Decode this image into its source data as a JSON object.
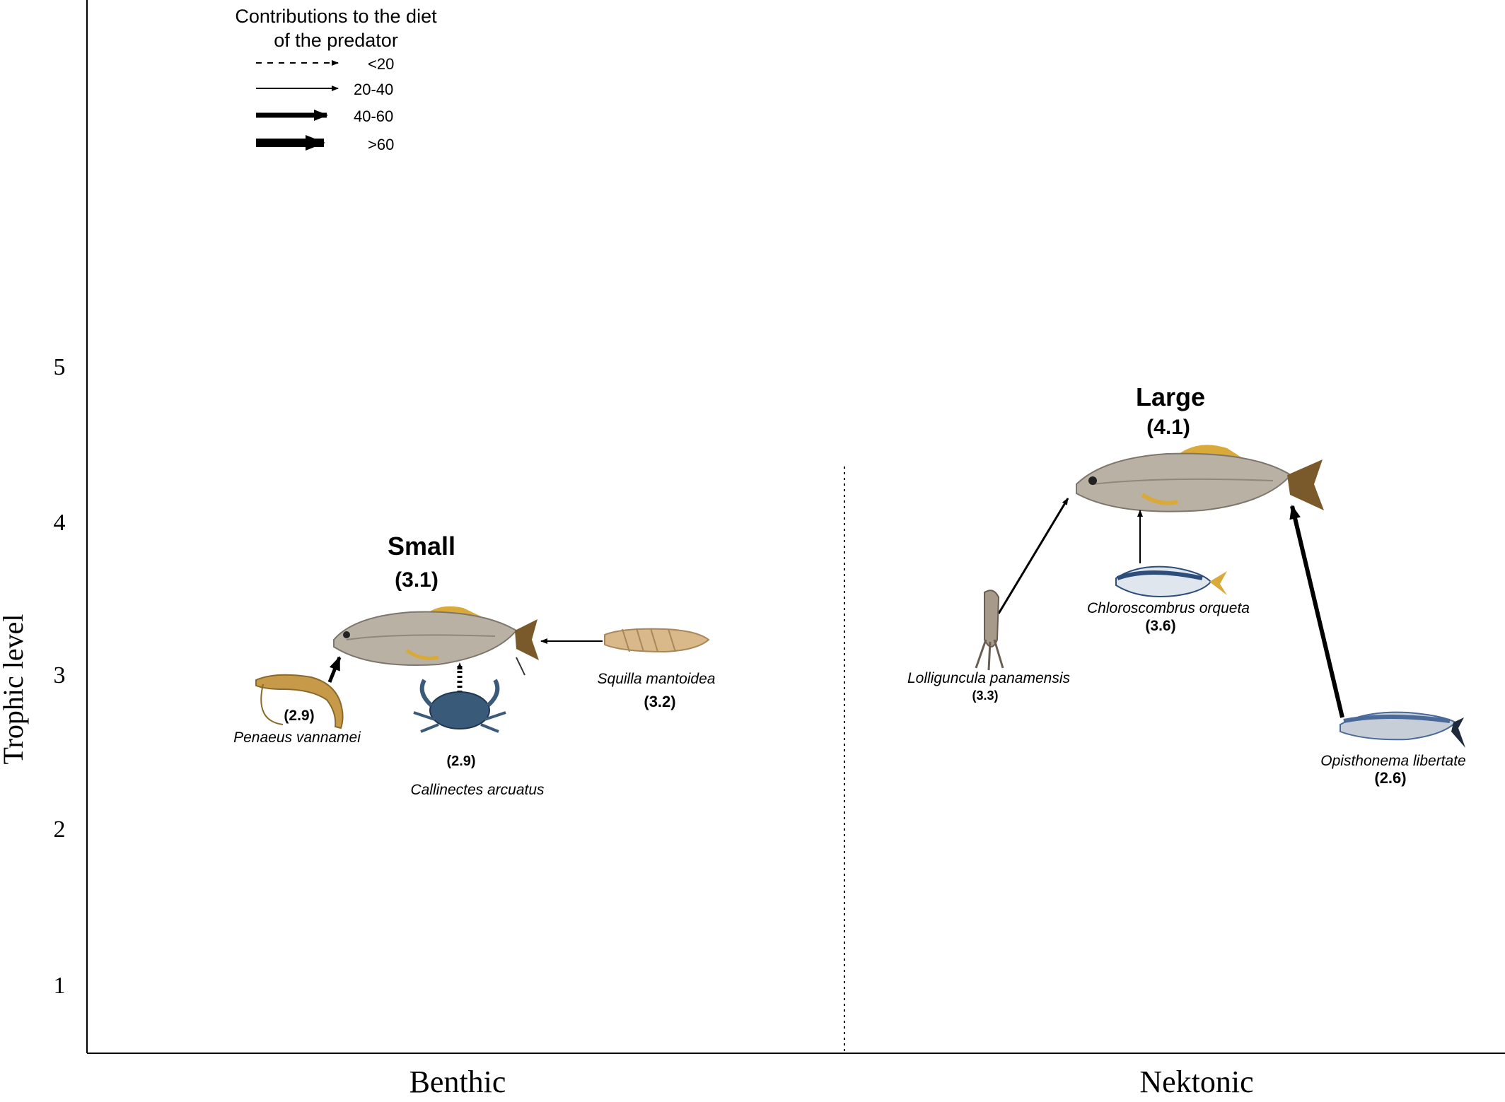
{
  "legend": {
    "title_line1": "Contributions to the diet",
    "title_line2": "of the predator",
    "entries": [
      {
        "label": "<20",
        "style": "dashed"
      },
      {
        "label": "20-40",
        "style": "thin"
      },
      {
        "label": "40-60",
        "style": "thick"
      },
      {
        "label": ">60",
        "style": "very-thick"
      }
    ]
  },
  "axes": {
    "y_label": "Trophic level",
    "y_ticks": [
      "5",
      "4",
      "3",
      "2",
      "1"
    ],
    "x_categories": [
      "Benthic",
      "Nektonic"
    ]
  },
  "predators": {
    "small": {
      "label": "Small",
      "value": "(3.1)"
    },
    "large": {
      "label": "Large",
      "value": "(4.1)"
    }
  },
  "prey": {
    "penaeus": {
      "name": "Penaeus vannamei",
      "value": "(2.9)",
      "contribution": "40-60"
    },
    "callinectes": {
      "name": "Callinectes arcuatus",
      "value": "(2.9)",
      "contribution": "<20"
    },
    "squilla": {
      "name": "Squilla mantoidea",
      "value": "(3.2)",
      "contribution": "20-40"
    },
    "lolliguncula": {
      "name": "Lolliguncula panamensis",
      "value": "(3.3)",
      "contribution": "20-40"
    },
    "chloroscombrus": {
      "name": "Chloroscombrus orqueta",
      "value": "(3.6)",
      "contribution": "20-40"
    },
    "opisthonema": {
      "name": "Opisthonema libertate",
      "value": "(2.6)",
      "contribution": "40-60"
    }
  },
  "colors": {
    "axis": "#000000",
    "fish_body": "#b9b2a4",
    "fish_fin": "#d9a93a",
    "fish_tail": "#7a5a2a",
    "shrimp": "#c79a4a",
    "crab": "#3a5a7a",
    "mantis": "#d9b98a",
    "squid": "#a89a8a",
    "bumper": "#2d4d7a",
    "herring": "#4a6a9a"
  }
}
